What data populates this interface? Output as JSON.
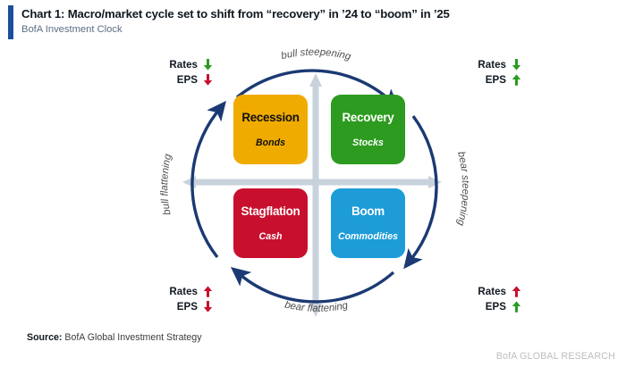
{
  "header": {
    "title": "Chart 1: Macro/market cycle set to shift from “recovery” in ’24 to “boom” in ’25",
    "subtitle": "BofA Investment Clock",
    "accent_color": "#1B4F9C"
  },
  "chart_data": {
    "type": "diagram",
    "title": "BofA Investment Clock",
    "diagram_kind": "2x2-quadrant-cycle-clock",
    "axes": {
      "vertical": {
        "style": "double-headed-arrow",
        "color": "#C8D2DC"
      },
      "horizontal": {
        "style": "double-headed-arrow",
        "color": "#C8D2DC"
      }
    },
    "quadrants": [
      {
        "id": "recession",
        "name": "Recession",
        "asset": "Bonds",
        "color": "#F0AB00",
        "text_color": "#111111",
        "position": "top-left"
      },
      {
        "id": "recovery",
        "name": "Recovery",
        "asset": "Stocks",
        "color": "#2C9B1F",
        "text_color": "#FFFFFF",
        "position": "top-right"
      },
      {
        "id": "stagflation",
        "name": "Stagflation",
        "asset": "Cash",
        "color": "#C8102E",
        "text_color": "#FFFFFF",
        "position": "bottom-left"
      },
      {
        "id": "boom",
        "name": "Boom",
        "asset": "Commodities",
        "color": "#1D9CD8",
        "text_color": "#FFFFFF",
        "position": "bottom-right"
      }
    ],
    "arcs": [
      {
        "id": "top",
        "label": "bull steepening",
        "from": "recession",
        "to": "recovery",
        "direction": "clockwise",
        "color": "#1B3A73"
      },
      {
        "id": "right",
        "label": "bear steepening",
        "from": "recovery",
        "to": "boom",
        "direction": "clockwise",
        "color": "#1B3A73"
      },
      {
        "id": "bottom",
        "label": "bear flattening",
        "from": "boom",
        "to": "stagflation",
        "direction": "clockwise",
        "color": "#1B3A73"
      },
      {
        "id": "left",
        "label": "bull flattening",
        "from": "stagflation",
        "to": "recession",
        "direction": "clockwise",
        "color": "#1B3A73"
      }
    ],
    "corners": [
      {
        "id": "top-left",
        "near_quadrant": "recession",
        "rows": [
          {
            "label": "Rates",
            "direction": "down",
            "color": "#2C9B1F",
            "icon": "arrow-down-icon"
          },
          {
            "label": "EPS",
            "direction": "down",
            "color": "#C8102E",
            "icon": "arrow-down-icon"
          }
        ]
      },
      {
        "id": "top-right",
        "near_quadrant": "recovery",
        "rows": [
          {
            "label": "Rates",
            "direction": "down",
            "color": "#2C9B1F",
            "icon": "arrow-down-icon"
          },
          {
            "label": "EPS",
            "direction": "up",
            "color": "#2C9B1F",
            "icon": "arrow-up-icon"
          }
        ]
      },
      {
        "id": "bottom-left",
        "near_quadrant": "stagflation",
        "rows": [
          {
            "label": "Rates",
            "direction": "up",
            "color": "#C8102E",
            "icon": "arrow-up-icon"
          },
          {
            "label": "EPS",
            "direction": "down",
            "color": "#C8102E",
            "icon": "arrow-down-icon"
          }
        ]
      },
      {
        "id": "bottom-right",
        "near_quadrant": "boom",
        "rows": [
          {
            "label": "Rates",
            "direction": "up",
            "color": "#C8102E",
            "icon": "arrow-up-icon"
          },
          {
            "label": "EPS",
            "direction": "up",
            "color": "#2C9B1F",
            "icon": "arrow-up-icon"
          }
        ]
      }
    ]
  },
  "footer": {
    "source_label": "Source:",
    "source_text": " BofA Global Investment Strategy",
    "watermark": "BofA GLOBAL RESEARCH"
  }
}
